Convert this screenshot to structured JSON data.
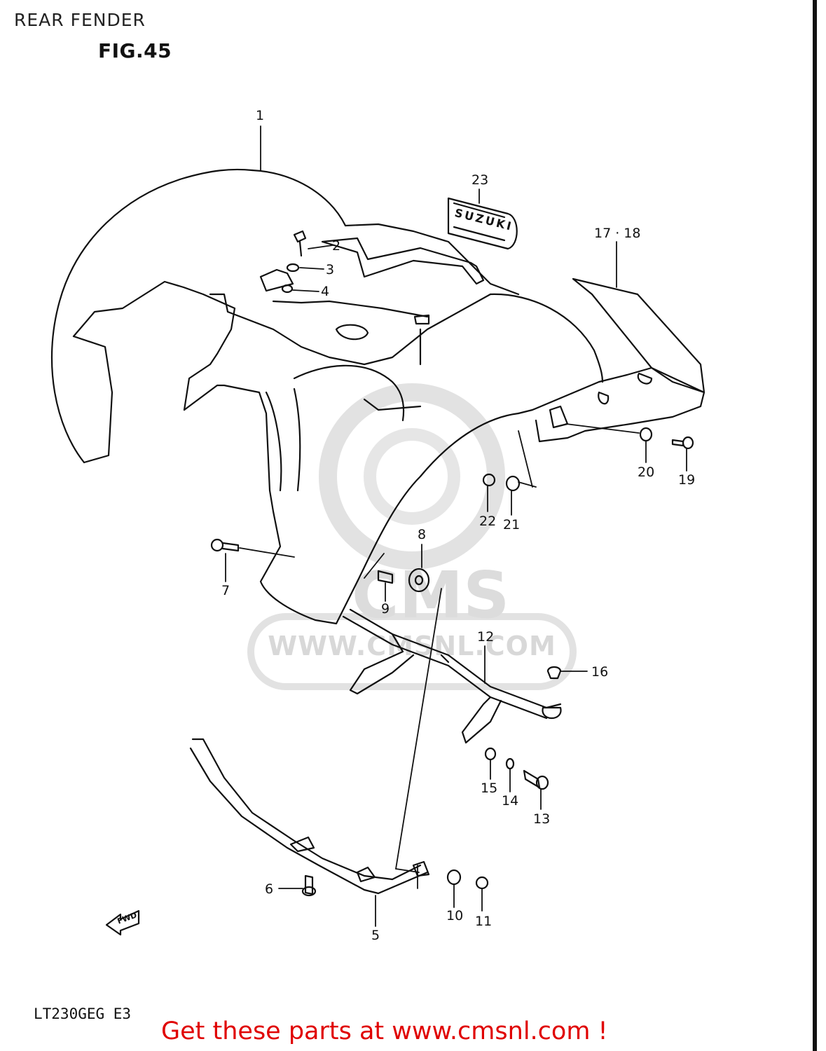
{
  "header": {
    "title": "REAR FENDER",
    "figure": "FIG.45"
  },
  "footer": {
    "model_code": "LT230GEG  E3",
    "call_to_action": "Get these parts at www.cmsnl.com !",
    "cta_color": "#e00000"
  },
  "watermark": {
    "brand": "CMS",
    "url": "WWW.CMSNL.COM"
  },
  "decal": {
    "text": "SUZUKI"
  },
  "fwd_arrow": {
    "label": "FWD"
  },
  "callouts": [
    {
      "id": "c1",
      "label": "1"
    },
    {
      "id": "c2",
      "label": "2"
    },
    {
      "id": "c3",
      "label": "3"
    },
    {
      "id": "c4",
      "label": "4"
    },
    {
      "id": "c5",
      "label": "5"
    },
    {
      "id": "c6",
      "label": "6"
    },
    {
      "id": "c7",
      "label": "7"
    },
    {
      "id": "c8",
      "label": "8"
    },
    {
      "id": "c9",
      "label": "9"
    },
    {
      "id": "c10",
      "label": "10"
    },
    {
      "id": "c11",
      "label": "11"
    },
    {
      "id": "c12",
      "label": "12"
    },
    {
      "id": "c13",
      "label": "13"
    },
    {
      "id": "c14",
      "label": "14"
    },
    {
      "id": "c15",
      "label": "15"
    },
    {
      "id": "c16",
      "label": "16"
    },
    {
      "id": "c1718",
      "label": "17 · 18"
    },
    {
      "id": "c19",
      "label": "19"
    },
    {
      "id": "c20",
      "label": "20"
    },
    {
      "id": "c21",
      "label": "21"
    },
    {
      "id": "c22",
      "label": "22"
    },
    {
      "id": "c23",
      "label": "23"
    }
  ]
}
